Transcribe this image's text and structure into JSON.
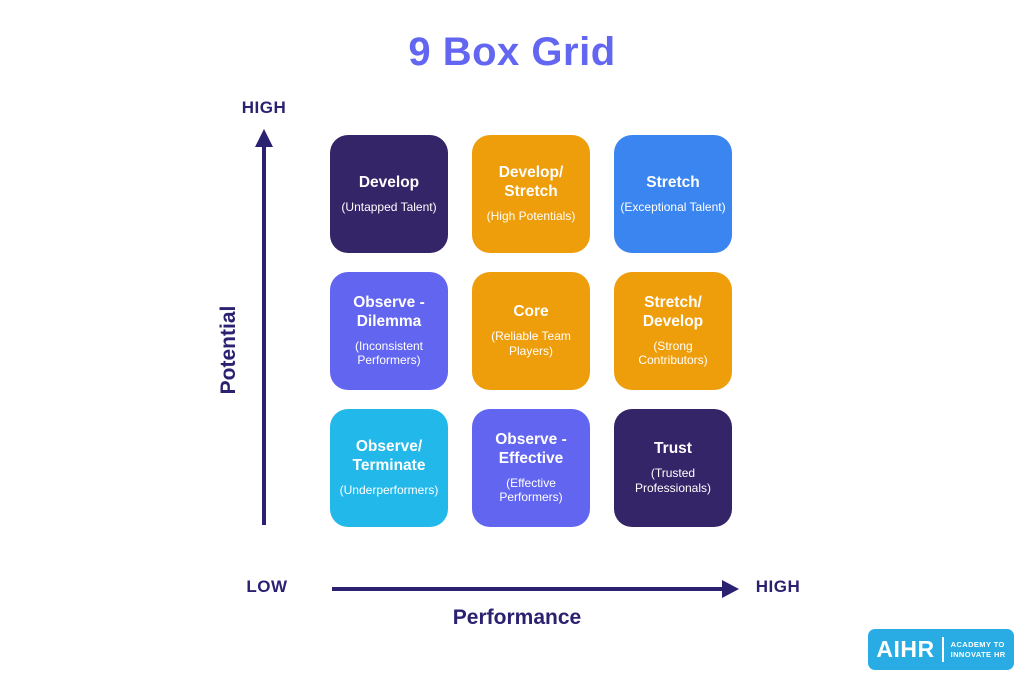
{
  "title": {
    "text": "9 Box Grid",
    "color": "#6366f1"
  },
  "axes": {
    "color": "#2b2171",
    "y": {
      "label": "Potential",
      "high": "HIGH",
      "low": "LOW"
    },
    "x": {
      "label": "Performance",
      "high": "HIGH",
      "low": "LOW"
    }
  },
  "grid": {
    "cells": [
      {
        "label": "Develop",
        "sublabel": "(Untapped Talent)",
        "color": "#342468"
      },
      {
        "label": "Develop/ Stretch",
        "sublabel": "(High Potentials)",
        "color": "#ee9d0b"
      },
      {
        "label": "Stretch",
        "sublabel": "(Exceptional Talent)",
        "color": "#3b85f0"
      },
      {
        "label": "Observe - Dilemma",
        "sublabel": "(Inconsistent Performers)",
        "color": "#6265f0"
      },
      {
        "label": "Core",
        "sublabel": "(Reliable Team Players)",
        "color": "#ee9d0b"
      },
      {
        "label": "Stretch/ Develop",
        "sublabel": "(Strong Contributors)",
        "color": "#ee9d0b"
      },
      {
        "label": "Observe/ Terminate",
        "sublabel": "(Underperformers)",
        "color": "#22b8ea"
      },
      {
        "label": "Observe - Effective",
        "sublabel": "(Effective Performers)",
        "color": "#6265f0"
      },
      {
        "label": "Trust",
        "sublabel": "(Trusted Professionals)",
        "color": "#342468"
      }
    ]
  },
  "logo": {
    "brand": "AIHR",
    "tagline_line1": "ACADEMY TO",
    "tagline_line2": "INNOVATE HR",
    "color": "#29ace4"
  }
}
